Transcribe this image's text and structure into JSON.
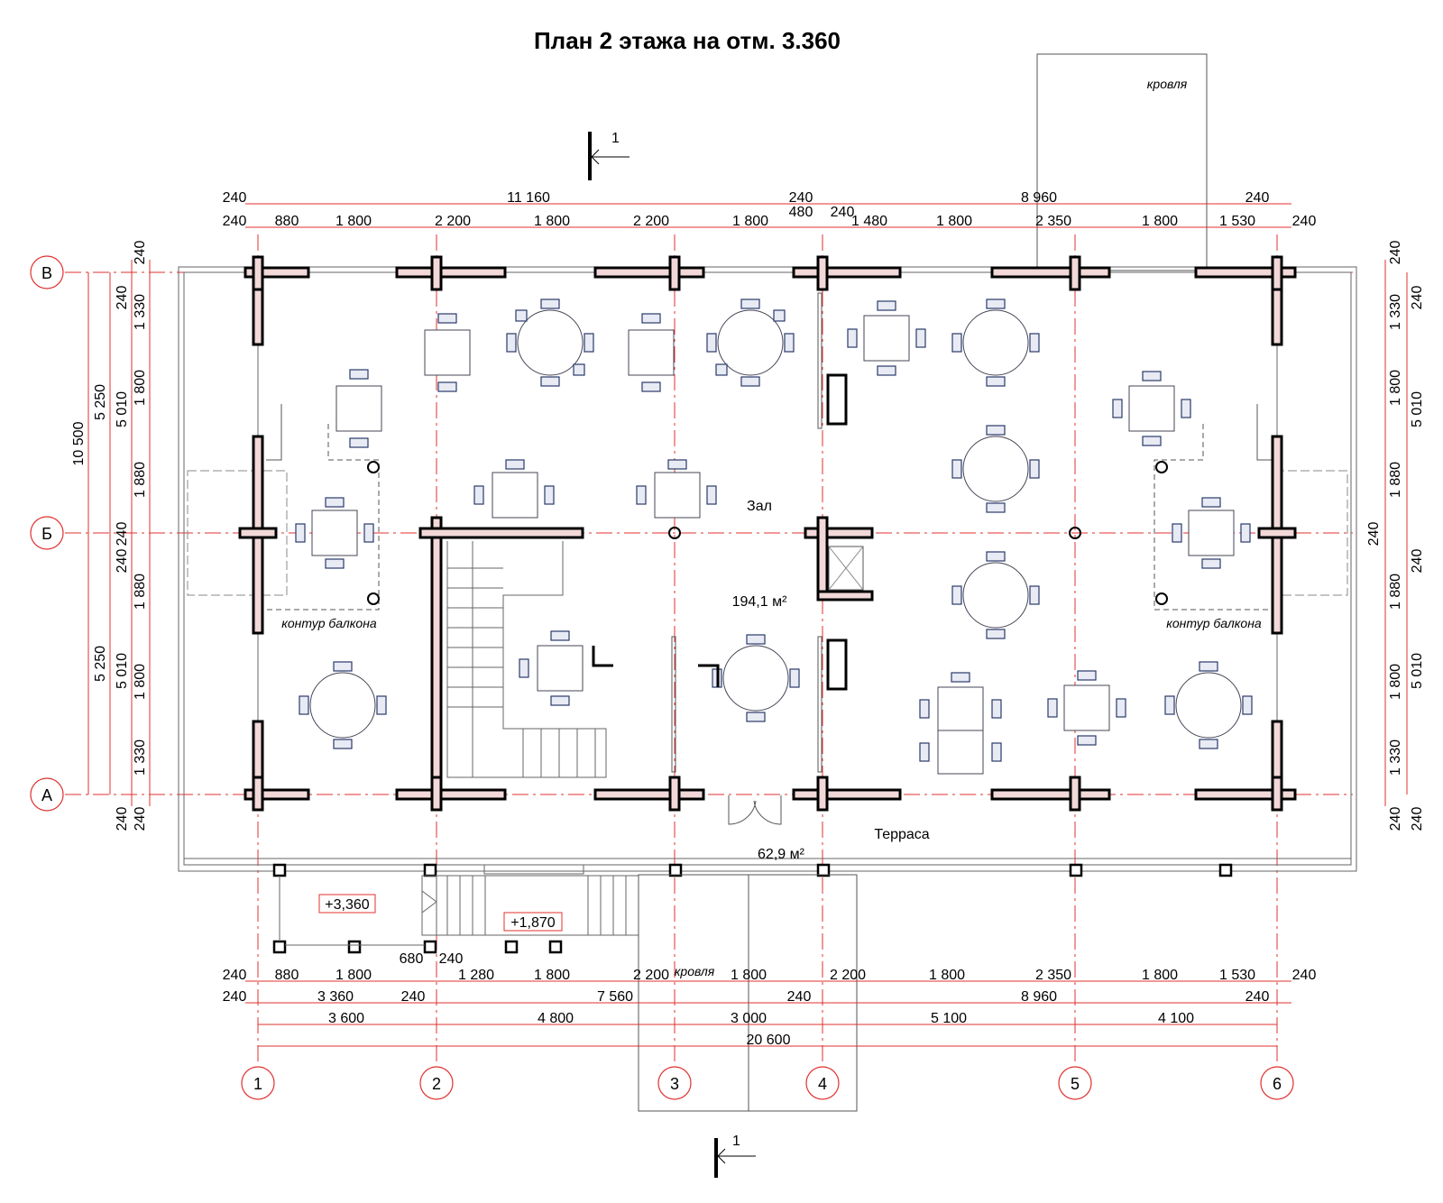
{
  "title": "План 2 этажа на отм. 3.360",
  "rooms": {
    "hall": "Зал",
    "hall_area": "194,1 м²",
    "terrace": "Терраса",
    "terrace_area": "62,9 м²",
    "balcony_left": "контур балкона",
    "balcony_right": "контур балкона",
    "roof_top": "кровля",
    "roof_bottom": "кровля"
  },
  "levels": {
    "upper": "+3,360",
    "lower": "+1,870"
  },
  "section": {
    "mark": "1"
  },
  "axes": {
    "columns": [
      "1",
      "2",
      "3",
      "4",
      "5",
      "6"
    ],
    "rows": [
      "В",
      "Б",
      "А"
    ]
  },
  "dims_top": {
    "row1": [
      "240",
      "11 160",
      "240",
      "8 960",
      "240"
    ],
    "row1_sub": [
      "480",
      "240"
    ],
    "row2": [
      "240",
      "880",
      "1 800",
      "2 200",
      "1 800",
      "2 200",
      "1 800",
      "1 480",
      "1 800",
      "2 350",
      "1 800",
      "1 530",
      "240"
    ]
  },
  "dims_bottom": {
    "row1_extra": [
      "680",
      "240"
    ],
    "row1": [
      "240",
      "880",
      "1 800",
      "1 280",
      "1 800",
      "2 200",
      "1 800",
      "2 200",
      "1 800",
      "2 350",
      "1 800",
      "1 530",
      "240"
    ],
    "row2": [
      "240",
      "3 360",
      "240",
      "7 560",
      "240",
      "8 960",
      "240"
    ],
    "row3": [
      "3 600",
      "4 800",
      "3 000",
      "5 100",
      "4 100"
    ],
    "total": "20 600"
  },
  "dims_left": {
    "outer": "10 500",
    "mid": [
      "5 250",
      "5 250"
    ],
    "inner": [
      "5 010",
      "5 010"
    ],
    "detail": [
      "240",
      "240",
      "1 330",
      "1 800",
      "1 880",
      "240",
      "240",
      "1 880",
      "1 800",
      "1 330",
      "240",
      "240"
    ]
  },
  "dims_right": {
    "inner": [
      "5 010",
      "5 010"
    ],
    "detail": [
      "240",
      "240",
      "1 330",
      "1 800",
      "1 880",
      "240",
      "240",
      "1 880",
      "1 800",
      "1 330",
      "240",
      "240"
    ]
  }
}
